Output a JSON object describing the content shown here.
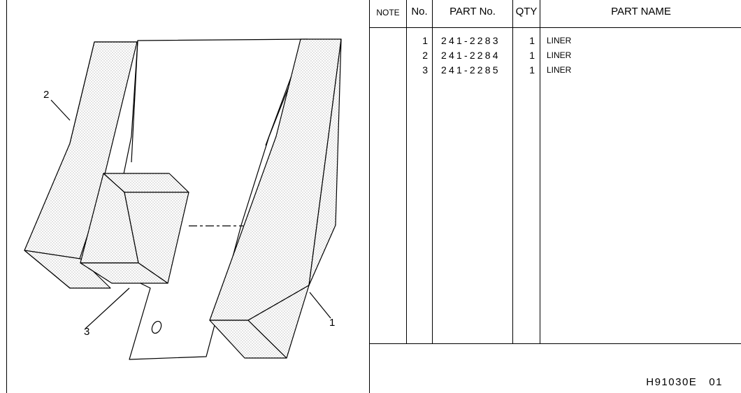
{
  "table": {
    "headers": {
      "note": "NOTE",
      "no": "No.",
      "part_no": "PART No.",
      "qty": "QTY",
      "part_name": "PART NAME"
    },
    "rows": [
      {
        "no": "1",
        "part_no": "241-2283",
        "qty": "1",
        "name": "LINER"
      },
      {
        "no": "2",
        "part_no": "241-2284",
        "qty": "1",
        "name": "LINER"
      },
      {
        "no": "3",
        "part_no": "241-2285",
        "qty": "1",
        "name": "LINER"
      }
    ]
  },
  "footer": {
    "code": "H91030E   01"
  },
  "callouts": {
    "c1": "1",
    "c2": "2",
    "c3": "3"
  }
}
